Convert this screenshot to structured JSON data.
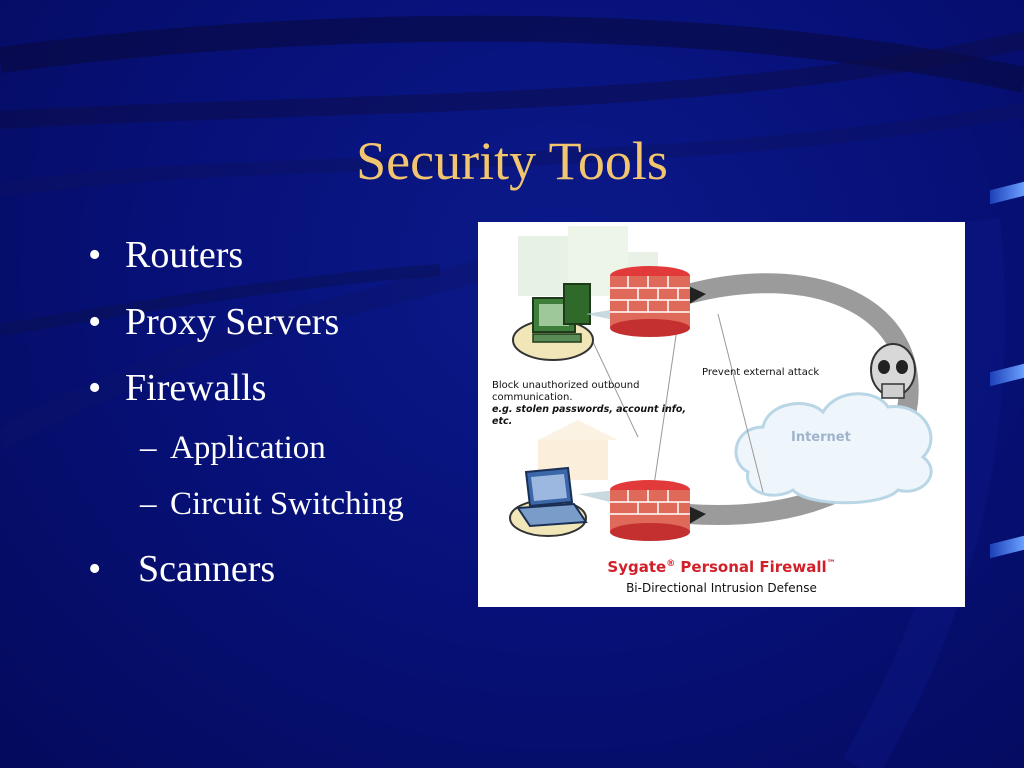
{
  "slide": {
    "title": "Security Tools",
    "bullets": [
      {
        "marker": "•",
        "text": "Routers"
      },
      {
        "marker": "•",
        "text": "Proxy Servers"
      },
      {
        "marker": "•",
        "text": "Firewalls"
      },
      {
        "marker": "–",
        "text": "Application"
      },
      {
        "marker": "–",
        "text": "Circuit Switching"
      },
      {
        "marker": "•",
        "text": "Scanners"
      }
    ]
  },
  "figure": {
    "outbound_label_1": "Block unauthorized outbound",
    "outbound_label_2": "communication.",
    "outbound_label_3": "e.g. stolen passwords, account info, etc.",
    "external_label": "Prevent external attack",
    "internet_label": "Internet",
    "brand_name_1": "Sygate",
    "brand_registered": "®",
    "brand_name_2": "Personal Firewall",
    "brand_tm": "™",
    "brand_subtitle": "Bi-Directional Intrusion Defense"
  },
  "colors": {
    "background": "#07117a",
    "title": "#f2c56e",
    "bullet_text": "#ffffff",
    "brand_red": "#d2202a"
  }
}
